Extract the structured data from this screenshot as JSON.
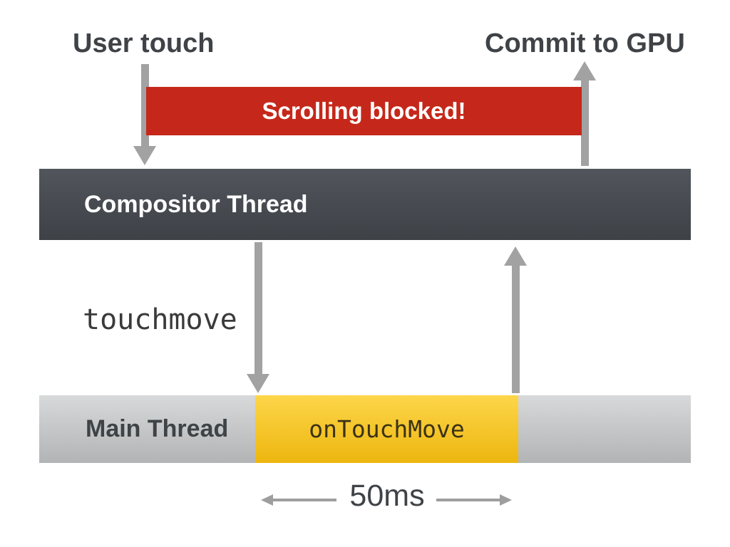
{
  "labels": {
    "user_touch": "User touch",
    "commit_to_gpu": "Commit to GPU",
    "scrolling_blocked": "Scrolling blocked!",
    "compositor_thread": "Compositor Thread",
    "touchmove_event": "touchmove",
    "main_thread": "Main Thread",
    "on_touch_move": "onTouchMove",
    "duration": "50ms"
  },
  "colors": {
    "banner_red": "#c5281a",
    "compositor_gradient_top": "#51555c",
    "compositor_gradient_bottom": "#3e4247",
    "main_thread_gradient_top": "#d7d9da",
    "main_thread_gradient_bottom": "#b2b4b5",
    "task_gradient_top": "#fdd64a",
    "task_gradient_bottom": "#edb60f",
    "arrow_gray": "#a2a2a2",
    "text_dark": "#3f4347",
    "banner_text": "#ffffff"
  }
}
